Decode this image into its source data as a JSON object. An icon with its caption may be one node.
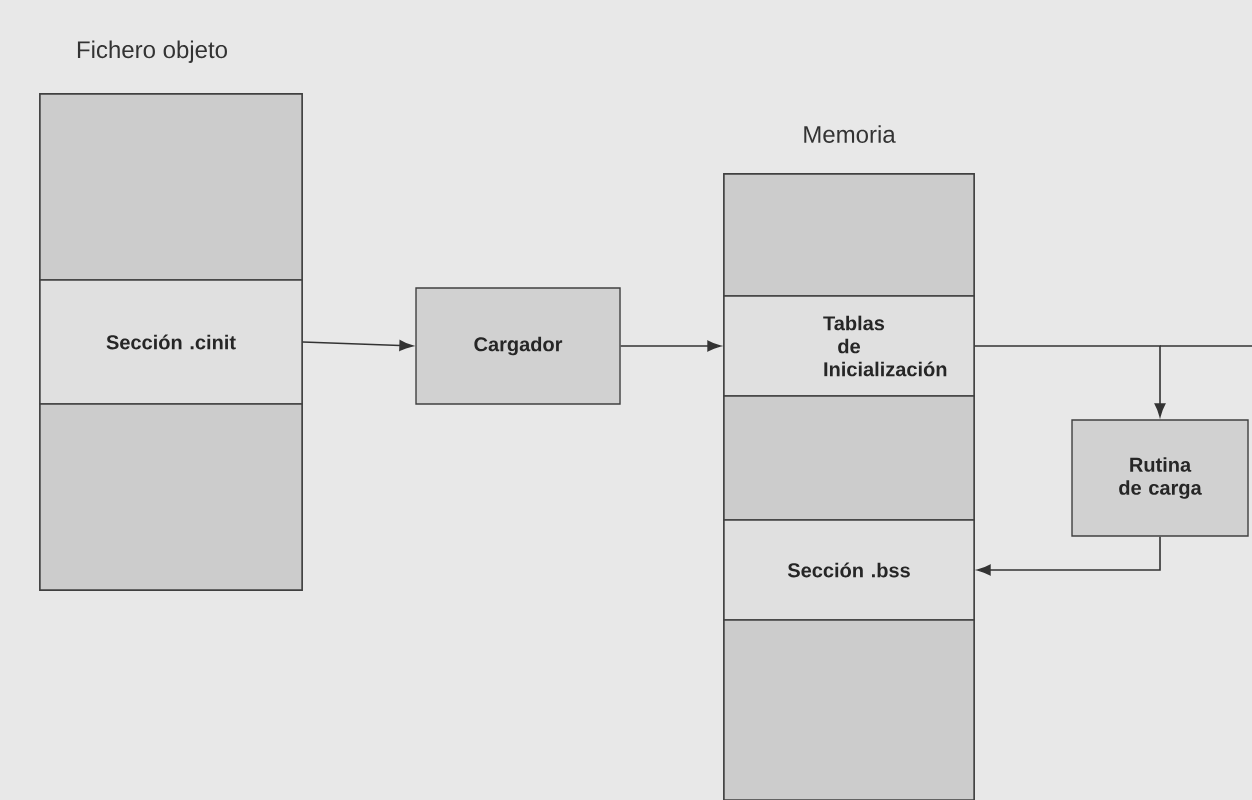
{
  "diagram": {
    "nodes": [
      {
        "text": [
          "Fichero objeto"
        ]
      },
      {
        "text": [],
        "shape": "box",
        "in": 0
      },
      {
        "text": [
          "Sección .cinit"
        ],
        "in": 0
      },
      {
        "text": [],
        "shape": "box",
        "in": 0
      },
      {
        "text": [
          "Cargador"
        ]
      },
      {
        "text": [
          "Memoria"
        ]
      },
      {
        "text": [],
        "shape": "box",
        "in": 5
      },
      {
        "text": [
          "Tablas de Inicialización"
        ],
        "in": 5
      },
      {
        "text": [],
        "shape": "box",
        "in": 5
      },
      {
        "text": [
          "Sección .bss"
        ],
        "in": 5
      },
      {
        "text": [],
        "shape": "box",
        "in": 5
      },
      {
        "text": [
          "Rutina de carga"
        ]
      }
    ],
    "edges": [
      {
        "from": 2,
        "to": 4,
        "arrow": "to"
      },
      {
        "from": 4,
        "to": 7,
        "arrow": "to"
      },
      {
        "from": 7,
        "to": 11,
        "arrow": "to"
      },
      {
        "from": 11,
        "to": 9,
        "arrow": "to"
      }
    ]
  }
}
